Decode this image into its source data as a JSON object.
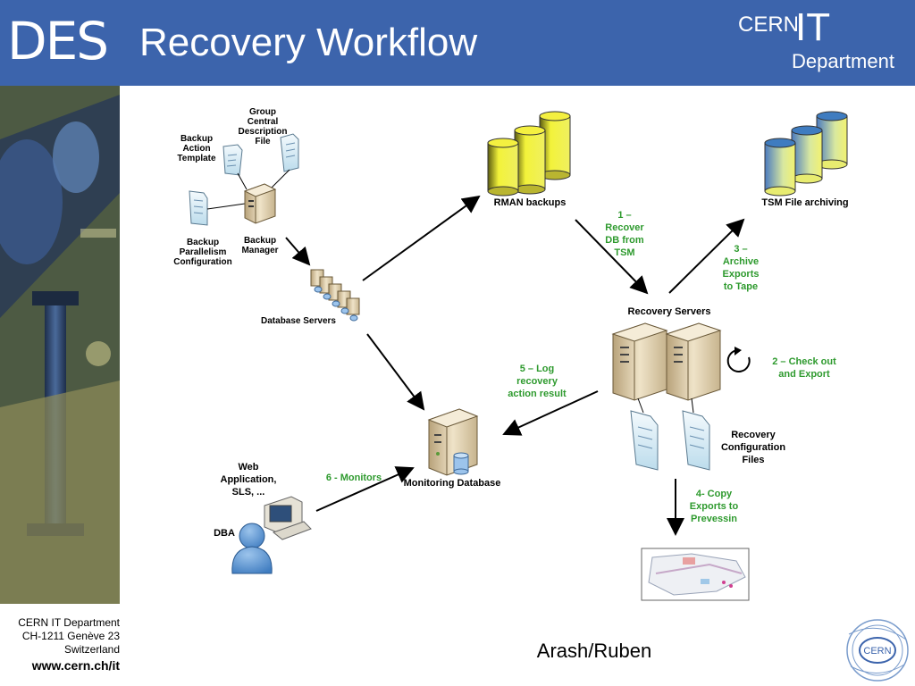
{
  "header": {
    "logo_text": "DES",
    "title": "Recovery Workflow",
    "cern_text": "CERN",
    "it_text": "IT",
    "department_text": "Department",
    "background_color": "#3c64ac"
  },
  "diagram": {
    "labels": {
      "group_central": "Group\nCentral\nDescription\nFile",
      "backup_action": "Backup\nAction\nTemplate",
      "backup_parallelism": "Backup\nParallelism\nConfiguration",
      "backup_manager": "Backup\nManager",
      "database_servers": "Database Servers",
      "rman_backups": "RMAN backups",
      "tsm_file_archiving": "TSM File archiving",
      "recovery_servers": "Recovery Servers",
      "recovery_config_files": "Recovery\nConfiguration\nFiles",
      "monitoring_database": "Monitoring Database",
      "web_application": "Web\nApplication,\nSLS, ...",
      "dba": "DBA"
    },
    "steps": {
      "step1": "1 –\nRecover\nDB from\nTSM",
      "step2": "2 – Check out\nand Export",
      "step3": "3 –\nArchive\nExports\nto Tape",
      "step4": "4- Copy\nExports to\nPrevessin",
      "step5": "5 – Log\nrecovery\naction result",
      "step6": "6 - Monitors"
    },
    "step_color": "#2e9a2e"
  },
  "footer": {
    "address_line1": "CERN IT Department",
    "address_line2": "CH-1211 Genève 23",
    "address_line3": "Switzerland",
    "url": "www.cern.ch/it",
    "author": "Arash/Ruben",
    "logo_text": "CERN"
  }
}
